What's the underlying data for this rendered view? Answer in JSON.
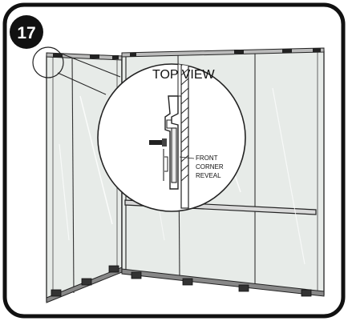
{
  "step": {
    "number": "17"
  },
  "callout": {
    "title": "TOP VIEW",
    "note_lines": [
      "FRONT",
      "CORNER",
      "REVEAL"
    ]
  }
}
